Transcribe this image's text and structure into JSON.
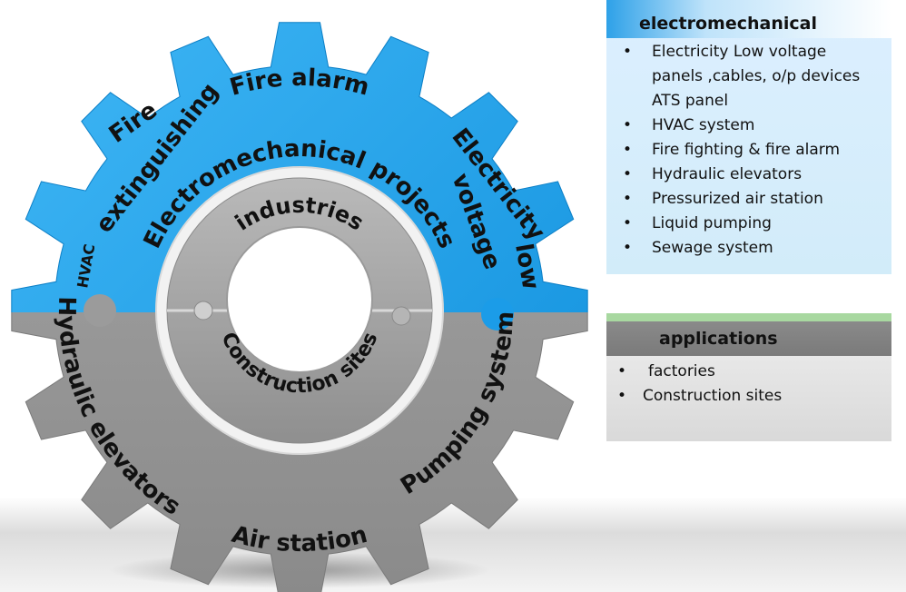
{
  "gear": {
    "colors": {
      "top": "#1ea3f0",
      "bottom": "#9b9b9b",
      "inner_ring": "#a7a7a7"
    },
    "outer_labels": [
      "Fire alarm",
      "Fire",
      "extinguishing",
      "HVAC",
      "Electricity",
      "voltage",
      "low",
      "Hydraulic elevators",
      "Air station",
      "Pumping system"
    ],
    "middle_label": "Electromechanical projects",
    "inner_top_label": "industries",
    "inner_bottom_label": "Construction sites"
  },
  "electromechanical_panel": {
    "title": "electromechanical",
    "items": [
      "Electricity Low voltage",
      "panels ,cables, o/p devices",
      "ATS panel",
      "HVAC system",
      "Fire fighting & fire alarm",
      "Hydraulic elevators",
      "Pressurized air station",
      "Liquid pumping",
      "Sewage system"
    ]
  },
  "applications_panel": {
    "title": "applications",
    "items": [
      "factories",
      "Construction sites"
    ]
  }
}
